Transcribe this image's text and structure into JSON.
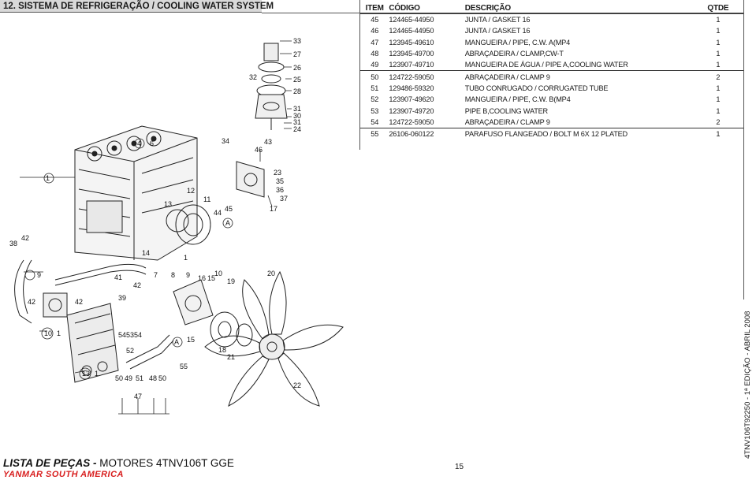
{
  "header": {
    "section_title": "12. SISTEMA DE REFRIGERAÇÃO / COOLING WATER SYSTEM"
  },
  "parts_table": {
    "columns": {
      "item": "ITEM",
      "code": "CÓDIGO",
      "description": "DESCRIÇÃO",
      "qty": "QTDE"
    },
    "rows": [
      {
        "item": "45",
        "code": "124465-44950",
        "description": "JUNTA / GASKET 16",
        "qty": "1"
      },
      {
        "item": "46",
        "code": "124465-44950",
        "description": "JUNTA / GASKET 16",
        "qty": "1"
      },
      {
        "item": "47",
        "code": "123945-49610",
        "description": "MANGUEIRA / PIPE, C.W. A(MP4",
        "qty": "1"
      },
      {
        "item": "48",
        "code": "123945-49700",
        "description": "ABRAÇADEIRA / CLAMP,CW-T",
        "qty": "1"
      },
      {
        "item": "49",
        "code": "123907-49710",
        "description": "MANGUEIRA DE ÁGUA / PIPE A,COOLING WATER",
        "qty": "1"
      },
      {
        "item": "50",
        "code": "124722-59050",
        "description": "ABRAÇADEIRA / CLAMP 9",
        "qty": "2"
      },
      {
        "item": "51",
        "code": "129486-59320",
        "description": "TUBO CONRUGADO / CORRUGATED TUBE",
        "qty": "1"
      },
      {
        "item": "52",
        "code": "123907-49620",
        "description": "MANGUEIRA / PIPE, C.W. B(MP4",
        "qty": "1"
      },
      {
        "item": "53",
        "code": "123907-49720",
        "description": "PIPE B,COOLING WATER",
        "qty": "1"
      },
      {
        "item": "54",
        "code": "124722-59050",
        "description": "ABRAÇADEIRA / CLAMP 9",
        "qty": "2"
      },
      {
        "item": "55",
        "code": "26106-060122",
        "description": "PARAFUSO FLANGEADO / BOLT M 6X 12 PLATED",
        "qty": "1"
      }
    ]
  },
  "diagram": {
    "callouts": [
      "33",
      "27",
      "26",
      "25",
      "28",
      "31",
      "30",
      "31",
      "24",
      "32",
      "34",
      "43",
      "46",
      "4",
      "6",
      "23",
      "35",
      "36",
      "12",
      "13",
      "11",
      "44",
      "45",
      "37",
      "17",
      "1",
      "38",
      "42",
      "14",
      "1",
      "9",
      "41",
      "42",
      "7",
      "8",
      "9",
      "16",
      "15",
      "10",
      "19",
      "20",
      "39",
      "42",
      "42",
      "54",
      "53",
      "54",
      "52",
      "10",
      "1",
      "15",
      "A",
      "18",
      "21",
      "55",
      "13",
      "1",
      "50",
      "49",
      "51",
      "48",
      "50",
      "47",
      "22",
      "A"
    ]
  },
  "footer": {
    "list_label": "LISTA DE PEÇAS -",
    "engine_label": "MOTORES 4TNV106T GGE",
    "brand": "YANMAR SOUTH AMERICA",
    "page": "15",
    "edition": "4TNV106T92250 - 1ª EDIÇÃO - ABRIL 2008"
  },
  "colors": {
    "brand_red": "#d81e1e",
    "header_gray": "#d9d9d9",
    "line": "#555555"
  }
}
